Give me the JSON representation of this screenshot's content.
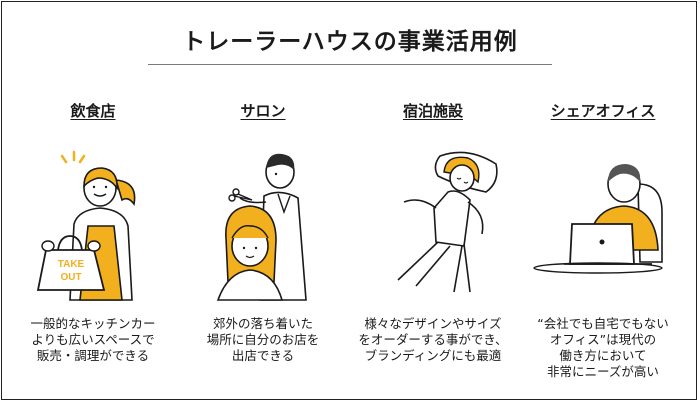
{
  "title": "トレーラーハウスの事業活用例",
  "colors": {
    "accent": "#F2B01E",
    "line": "#1a1a1a",
    "rule": "#7a7a7a"
  },
  "cases": [
    {
      "heading": "飲食店",
      "illustration": "restaurant-takeout-illustration",
      "badge_top": "TAKE",
      "badge_bottom": "OUT",
      "desc": [
        "一般的なキッチンカー",
        "よりも広いスペースで",
        "販売・調理ができる"
      ]
    },
    {
      "heading": "サロン",
      "illustration": "salon-haircut-illustration",
      "desc": [
        "郊外の落ち着いた",
        "場所に自分のお店を",
        "出店できる"
      ]
    },
    {
      "heading": "宿泊施設",
      "illustration": "lodging-sleeping-illustration",
      "desc": [
        "様々なデザインやサイズ",
        "をオーダーする事ができ、",
        "ブランディングにも最適"
      ]
    },
    {
      "heading": "シェアオフィス",
      "illustration": "office-laptop-illustration",
      "desc": [
        "“会社でも自宅でもない",
        "オフィス”は現代の",
        "働き方において",
        "非常にニーズが高い"
      ]
    }
  ]
}
